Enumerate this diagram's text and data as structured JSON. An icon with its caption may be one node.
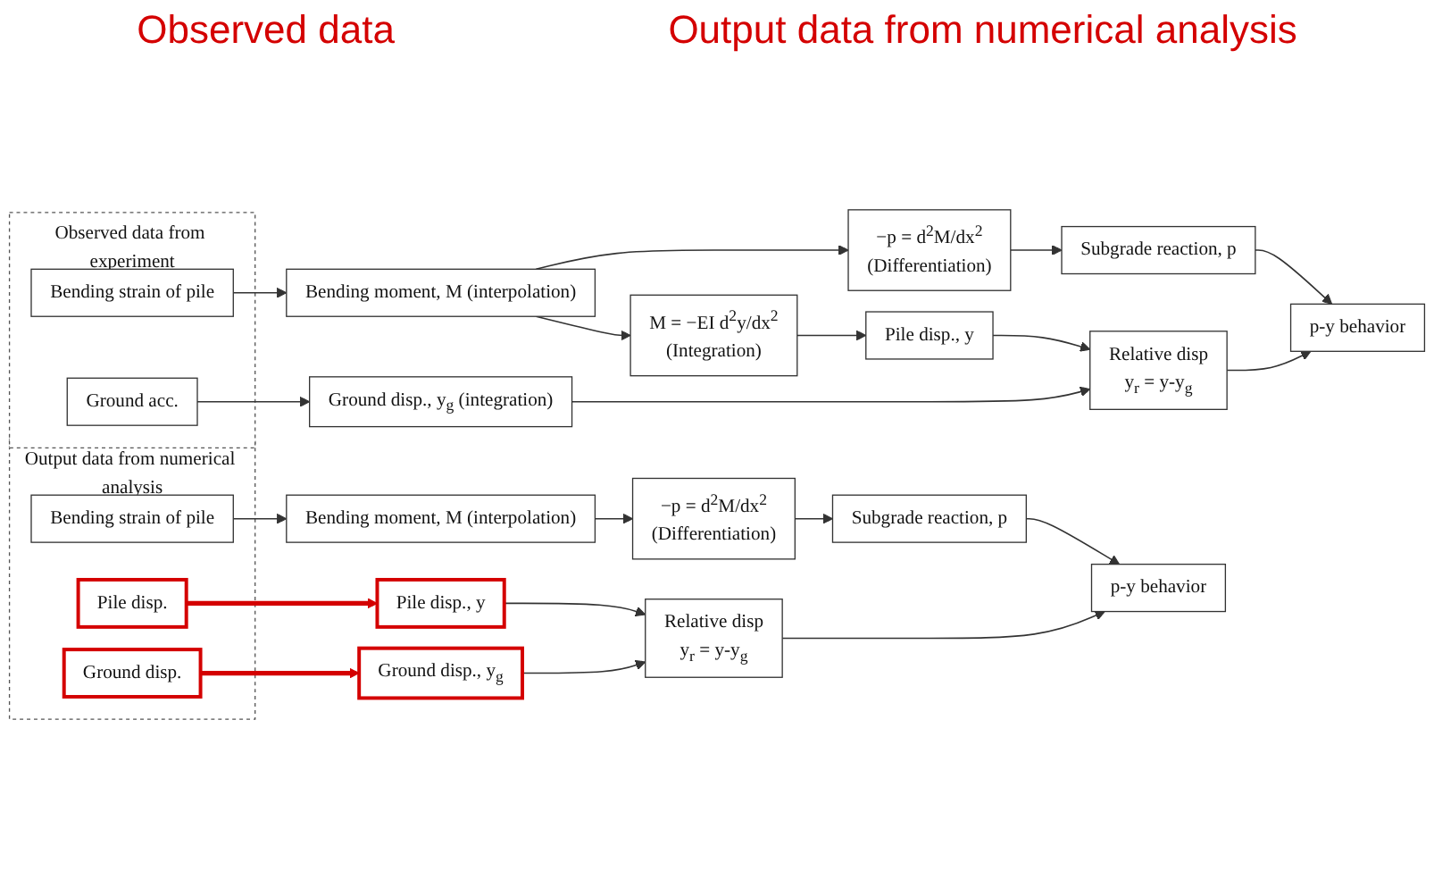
{
  "diagram": {
    "nodes": [
      {
        "text": [
          "Observed data from experiment"
        ]
      },
      {
        "text": [
          "Bending strain of pile"
        ],
        "in": 0
      },
      {
        "text": [
          "Ground acc."
        ],
        "in": 0
      },
      {
        "text": [
          "Bending moment, M (interpolation)"
        ]
      },
      {
        "text": [
          "−p = d$^{2}$M/dx$^{2}$",
          "(Differentiation)"
        ]
      },
      {
        "text": [
          "M = −EI d$^{2}$y/dx$^{2}$",
          "(Integration)"
        ]
      },
      {
        "text": [
          "Subgrade reaction, p"
        ]
      },
      {
        "text": [
          "p-y behavior"
        ]
      },
      {
        "text": [
          "Pile disp., y"
        ]
      },
      {
        "text": [
          "Ground disp., y$_{g}$ (integration)"
        ]
      },
      {
        "text": [
          "Relative disp",
          "y$_{r}$ = y-y$_{g}$"
        ]
      },
      {
        "text": [
          "Output data from numerical analysis"
        ]
      },
      {
        "text": [
          "Bending strain of pile"
        ],
        "in": 11
      },
      {
        "text": [
          "Pile disp."
        ],
        "in": 11
      },
      {
        "text": [
          "Ground disp."
        ],
        "in": 11
      },
      {
        "text": [
          "Bending moment, M (interpolation)"
        ]
      },
      {
        "text": [
          "−p = d$^{2}$M/dx$^{2}$",
          "(Differentiation)"
        ]
      },
      {
        "text": [
          "Subgrade reaction, p"
        ]
      },
      {
        "text": [
          "p-y behavior"
        ]
      },
      {
        "text": [
          "Pile disp., y"
        ]
      },
      {
        "text": [
          "Ground disp., y$_{g}$"
        ]
      },
      {
        "text": [
          "Relative disp",
          "y$_{r}$ = y-y$_{g}$"
        ]
      }
    ],
    "edges": [
      {
        "from": 1,
        "to": 3,
        "arrow": "to"
      },
      {
        "from": 3,
        "to": 4,
        "arrow": "to"
      },
      {
        "from": 3,
        "to": 5,
        "arrow": "to"
      },
      {
        "from": 4,
        "to": 6,
        "arrow": "to"
      },
      {
        "from": 6,
        "to": 7,
        "arrow": "to"
      },
      {
        "from": 5,
        "to": 8,
        "arrow": "to"
      },
      {
        "from": 2,
        "to": 9,
        "arrow": "to"
      },
      {
        "from": 8,
        "to": 10,
        "arrow": "to"
      },
      {
        "from": 9,
        "to": 10,
        "arrow": "to"
      },
      {
        "from": 10,
        "to": 7,
        "arrow": "to"
      },
      {
        "from": 12,
        "to": 15,
        "arrow": "to"
      },
      {
        "from": 15,
        "to": 16,
        "arrow": "to"
      },
      {
        "from": 16,
        "to": 17,
        "arrow": "to"
      },
      {
        "from": 17,
        "to": 18,
        "arrow": "to"
      },
      {
        "from": 13,
        "to": 19,
        "arrow": "to",
        "style": "thick",
        "color": "#d40000"
      },
      {
        "from": 14,
        "to": 20,
        "arrow": "to",
        "style": "thick",
        "color": "#d40000"
      },
      {
        "from": 19,
        "to": 21,
        "arrow": "to"
      },
      {
        "from": 20,
        "to": 21,
        "arrow": "to"
      },
      {
        "from": 21,
        "to": 18,
        "arrow": "to"
      }
    ],
    "labels": [
      "Observed data",
      "Output data from numerical analysis"
    ]
  }
}
